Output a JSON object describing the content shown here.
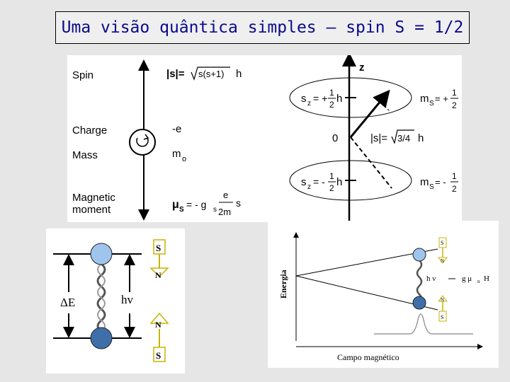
{
  "slide": {
    "title": "Uma visão quântica simples – spin S = 1/2"
  },
  "left_diagram": {
    "spin_label": "Spin",
    "spin_formula_lhs": "|s|=",
    "spin_formula_root": "s(s+1)",
    "spin_formula_h": "h",
    "charge_label": "Charge",
    "charge_value": "-e",
    "mass_label": "Mass",
    "mass_value": "m",
    "mass_sub": "o",
    "magnetic_label_1": "Magnetic",
    "magnetic_label_2": "moment",
    "mu_symbol": "μ",
    "mu_sub": "S",
    "mu_eq": "= - g",
    "mu_gs_sub": "s",
    "mu_frac_num": "e",
    "mu_frac_den": "2m",
    "mu_s": "s"
  },
  "right_diagram": {
    "axis_label": "z",
    "upper_sz": "s",
    "upper_sz_sub": "z",
    "upper_sz_eq": "= +",
    "half_num": "1",
    "half_den": "2",
    "h": "h",
    "upper_ms": "m",
    "upper_ms_sub": "S",
    "upper_ms_eq": "= +",
    "origin": "0",
    "mag_lhs": "|s|=",
    "mag_root": "3/4",
    "mag_h": "h",
    "lower_sz": "s",
    "lower_sz_sub": "z",
    "lower_sz_eq": "= -",
    "lower_ms": "m",
    "lower_ms_sub": "S",
    "lower_ms_eq": "= -"
  },
  "bottom_left": {
    "top_letter": "S",
    "mid_letter": "N",
    "lower_letter": "N",
    "bottom_letter": "S",
    "delta_e": "ΔE",
    "hv": "hv"
  },
  "bottom_right": {
    "y_label": "Energia",
    "x_label": "Campo magnético",
    "hv": "h ν",
    "g_mu": "g  μ",
    "g_mu_sub": "n",
    "g_mu_H": "H",
    "top_s": "S",
    "top_n": "N",
    "bot_n": "N",
    "bot_s": "S"
  },
  "colors": {
    "title": "#0a0a8c",
    "electron_light": "#9fc5ee",
    "electron_dark": "#3e6fa8",
    "background": "#e6e6e6"
  }
}
